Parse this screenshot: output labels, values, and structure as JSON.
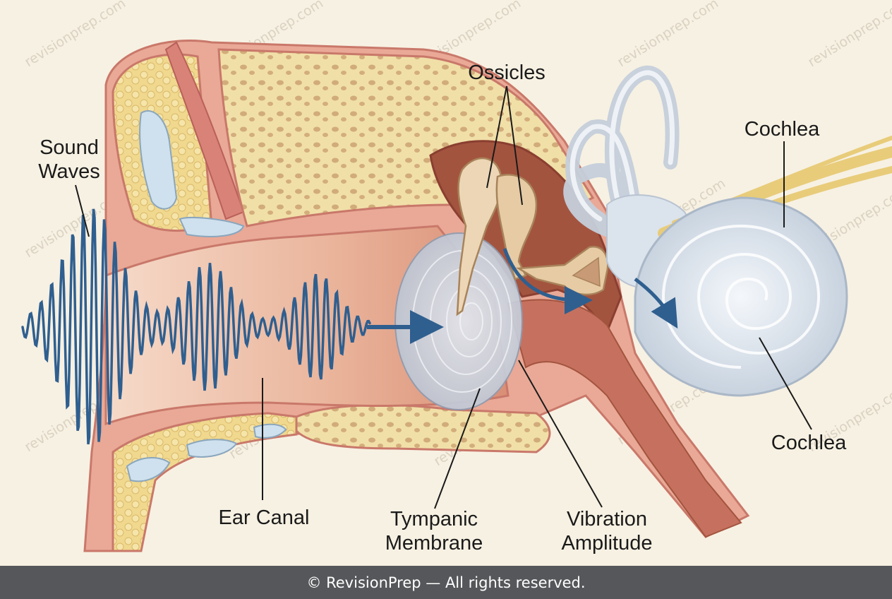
{
  "labels": {
    "sound_waves": [
      "Sound",
      "Waves"
    ],
    "ossicles": "Ossicles",
    "cochlea_top": "Cochlea",
    "cochlea_bottom": "Cochlea",
    "ear_canal": "Ear Canal",
    "tympanic_membrane": [
      "Tympanic",
      "Membrane"
    ],
    "vibration_amplitude": [
      "Vibration",
      "Amplitude"
    ]
  },
  "watermark": "revisionprep.com",
  "footer": {
    "text": "© RevisionPrep — All rights reserved."
  },
  "colors": {
    "background": "#f7f1e3",
    "bone": "#f1dfa8",
    "tissue": "#e6a48d",
    "canal": "#e9b7a0",
    "wave": "#2f5f8f",
    "cochlea": "#dce5ee",
    "footer_bg": "#55575a"
  }
}
